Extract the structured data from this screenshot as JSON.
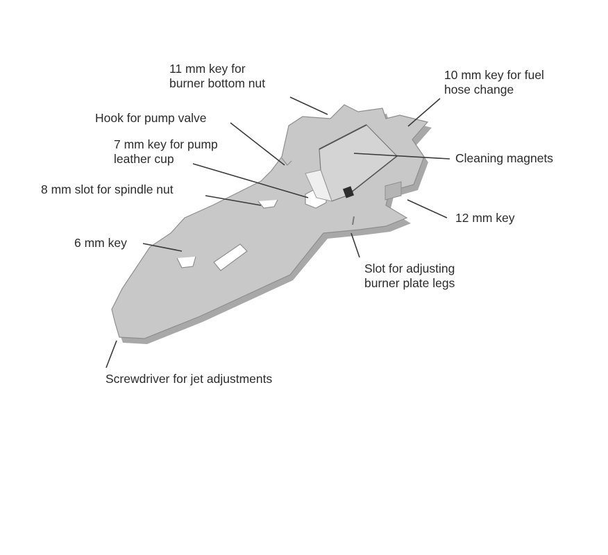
{
  "diagram": {
    "subject": "multi-tool wrench for stove / burner",
    "colors": {
      "tool_fill": "#c8c8c8",
      "tool_edge": "#8e8e8e",
      "tool_shadow": "#a8a8a8",
      "magnet_fill": "#d4d4d4",
      "magnet_dark": "#2e2e2e",
      "label_text": "#2b2b2b",
      "leader_line": "#3a3a3a",
      "background": "#ffffff"
    },
    "labels": {
      "key_11mm": {
        "line1": "11 mm key for",
        "line2": "burner bottom nut"
      },
      "key_10mm": {
        "line1": "10 mm key for fuel",
        "line2": "hose change"
      },
      "hook": {
        "line1": "Hook for pump valve"
      },
      "key_7mm": {
        "line1": "7 mm key for pump",
        "line2": "leather cup"
      },
      "magnets": {
        "line1": "Cleaning magnets"
      },
      "slot_8mm": {
        "line1": "8 mm slot for spindle nut"
      },
      "key_12mm": {
        "line1": "12 mm key"
      },
      "key_6mm": {
        "line1": "6 mm key"
      },
      "slot_legs": {
        "line1": "Slot for adjusting",
        "line2": "burner plate legs"
      },
      "screwdriver": {
        "line1": "Screwdriver for jet adjustments"
      }
    }
  }
}
